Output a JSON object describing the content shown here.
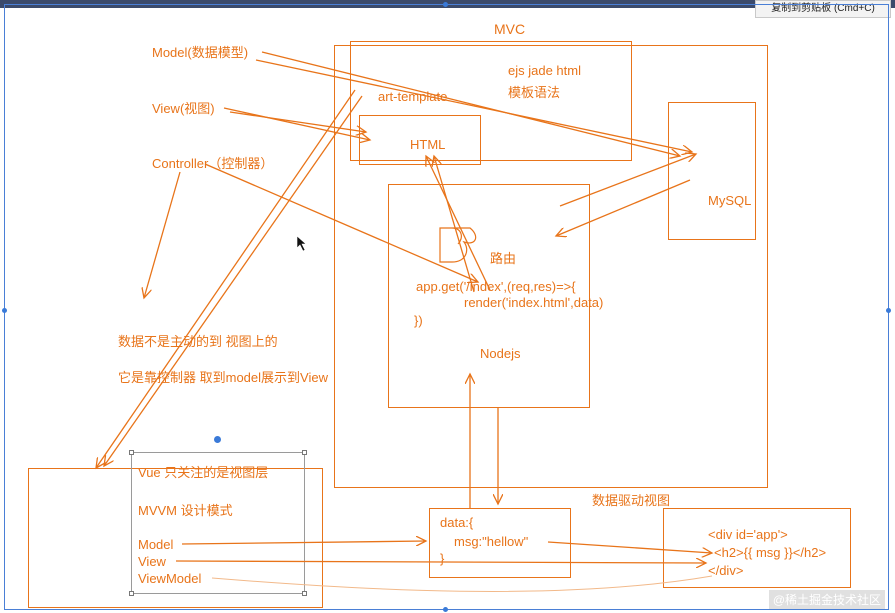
{
  "clipboard_tip": "复制到剪贴板 (Cmd+C)",
  "labels": {
    "mvc": "MVC",
    "model": "Model(数据模型)",
    "view": "View(视图)",
    "controller": "Controller（控制器）",
    "ejs": "ejs jade html",
    "template_syntax": "模板语法",
    "art_template": "art-template",
    "html": "HTML",
    "mysql": "MySQL",
    "route": "路由",
    "code1": "app.get('/index',(req,res)=>{",
    "code2": "render('index.html',data)",
    "code3": "})",
    "nodejs": "Nodejs",
    "note1": "数据不是主动的到 视图上的",
    "note2": "它是靠控制器 取到model展示到View",
    "vue": "Vue    只关注的是视图层",
    "mvvm": "MVVM 设计模式",
    "vm_model": "Model",
    "vm_view": "View",
    "vm_viewmodel": "ViewModel",
    "data_driven": "数据驱动视图",
    "data1": "data:{",
    "data2": "msg:\"hellow\"",
    "data3": "}",
    "div1": "<div id='app'>",
    "div2": "<h2>{{ msg }}</h2>",
    "div3": "</div>"
  },
  "watermark": "@稀土掘金技术社区",
  "colors": {
    "accent": "#e8741a",
    "selection": "#3a7ad8",
    "grey": "#9a9a9a"
  }
}
